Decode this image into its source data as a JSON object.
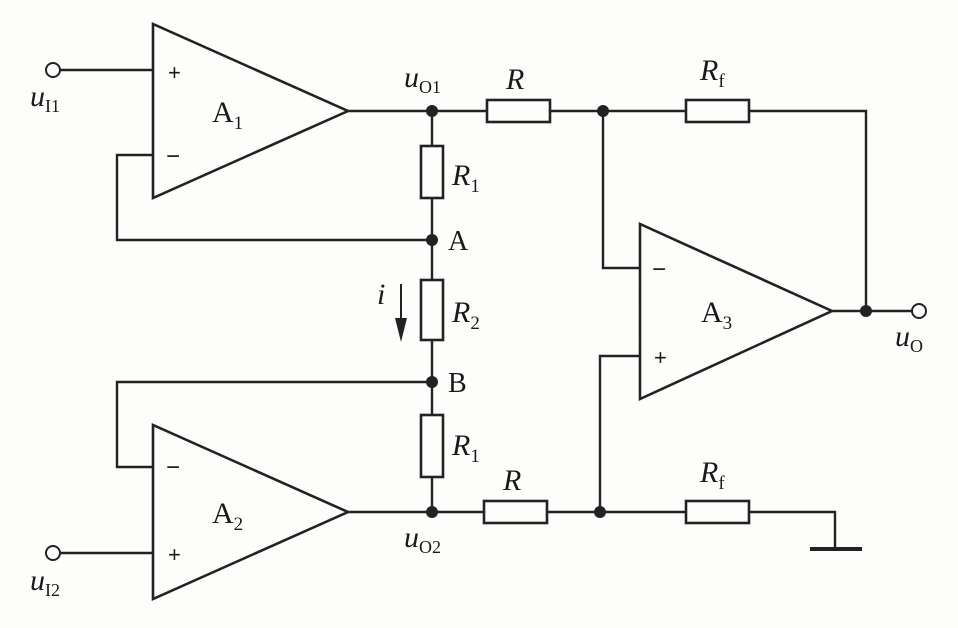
{
  "inputs": {
    "u_i1": {
      "main": "u",
      "sub": "I1"
    },
    "u_i2": {
      "main": "u",
      "sub": "I2"
    }
  },
  "outputs": {
    "u_o1": {
      "main": "u",
      "sub": "O1"
    },
    "u_o2": {
      "main": "u",
      "sub": "O2"
    },
    "u_o": {
      "main": "u",
      "sub": "O"
    }
  },
  "amplifiers": {
    "a1": {
      "main": "A",
      "sub": "1",
      "plus": "+",
      "minus": "−"
    },
    "a2": {
      "main": "A",
      "sub": "2",
      "plus": "+",
      "minus": "−"
    },
    "a3": {
      "main": "A",
      "sub": "3",
      "plus": "+",
      "minus": "−"
    }
  },
  "resistors": {
    "r_top": {
      "main": "R",
      "sub": ""
    },
    "r_bottom": {
      "main": "R",
      "sub": ""
    },
    "rf_top": {
      "main": "R",
      "sub": "f"
    },
    "rf_bottom": {
      "main": "R",
      "sub": "f"
    },
    "r1_top": {
      "main": "R",
      "sub": "1"
    },
    "r2": {
      "main": "R",
      "sub": "2"
    },
    "r1_bottom": {
      "main": "R",
      "sub": "1"
    }
  },
  "nodes": {
    "a": "A",
    "b": "B"
  },
  "current": "i",
  "ground_icon": "ground-icon"
}
